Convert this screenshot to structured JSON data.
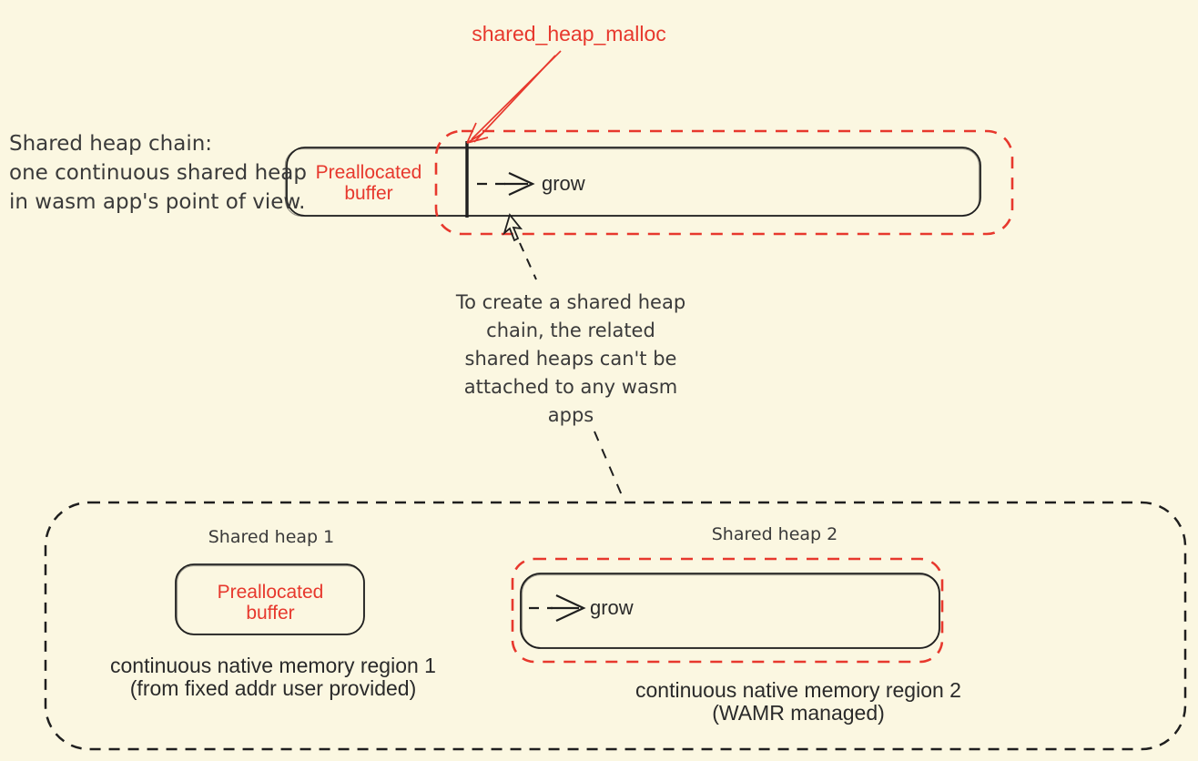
{
  "colors": {
    "background": "#FBF7E1",
    "red": "#E7382D",
    "ink": "#1F1F1F",
    "note_gray": "#3A3A3A",
    "caption_dark": "#2A2A2A"
  },
  "top": {
    "malloc_label": "shared_heap_malloc",
    "chain_note": [
      "Shared heap chain:",
      "one continuous shared heap",
      "in wasm app's point of view."
    ],
    "preallocated_buffer": [
      "Preallocated",
      "buffer"
    ],
    "grow_label": "grow"
  },
  "middle": {
    "create_note": [
      "To create a shared heap",
      "chain, the related",
      "shared heaps can't be",
      "attached to any wasm",
      "apps"
    ]
  },
  "bottom": {
    "shared_heap_1_label": "Shared heap 1",
    "shared_heap_2_label": "Shared heap 2",
    "preallocated_buffer": [
      "Preallocated",
      "buffer"
    ],
    "grow_label": "grow",
    "region_1_caption": [
      "continuous native memory region 1",
      "(from fixed addr user provided)"
    ],
    "region_2_caption": [
      "continuous native memory region 2",
      "(WAMR managed)"
    ]
  }
}
